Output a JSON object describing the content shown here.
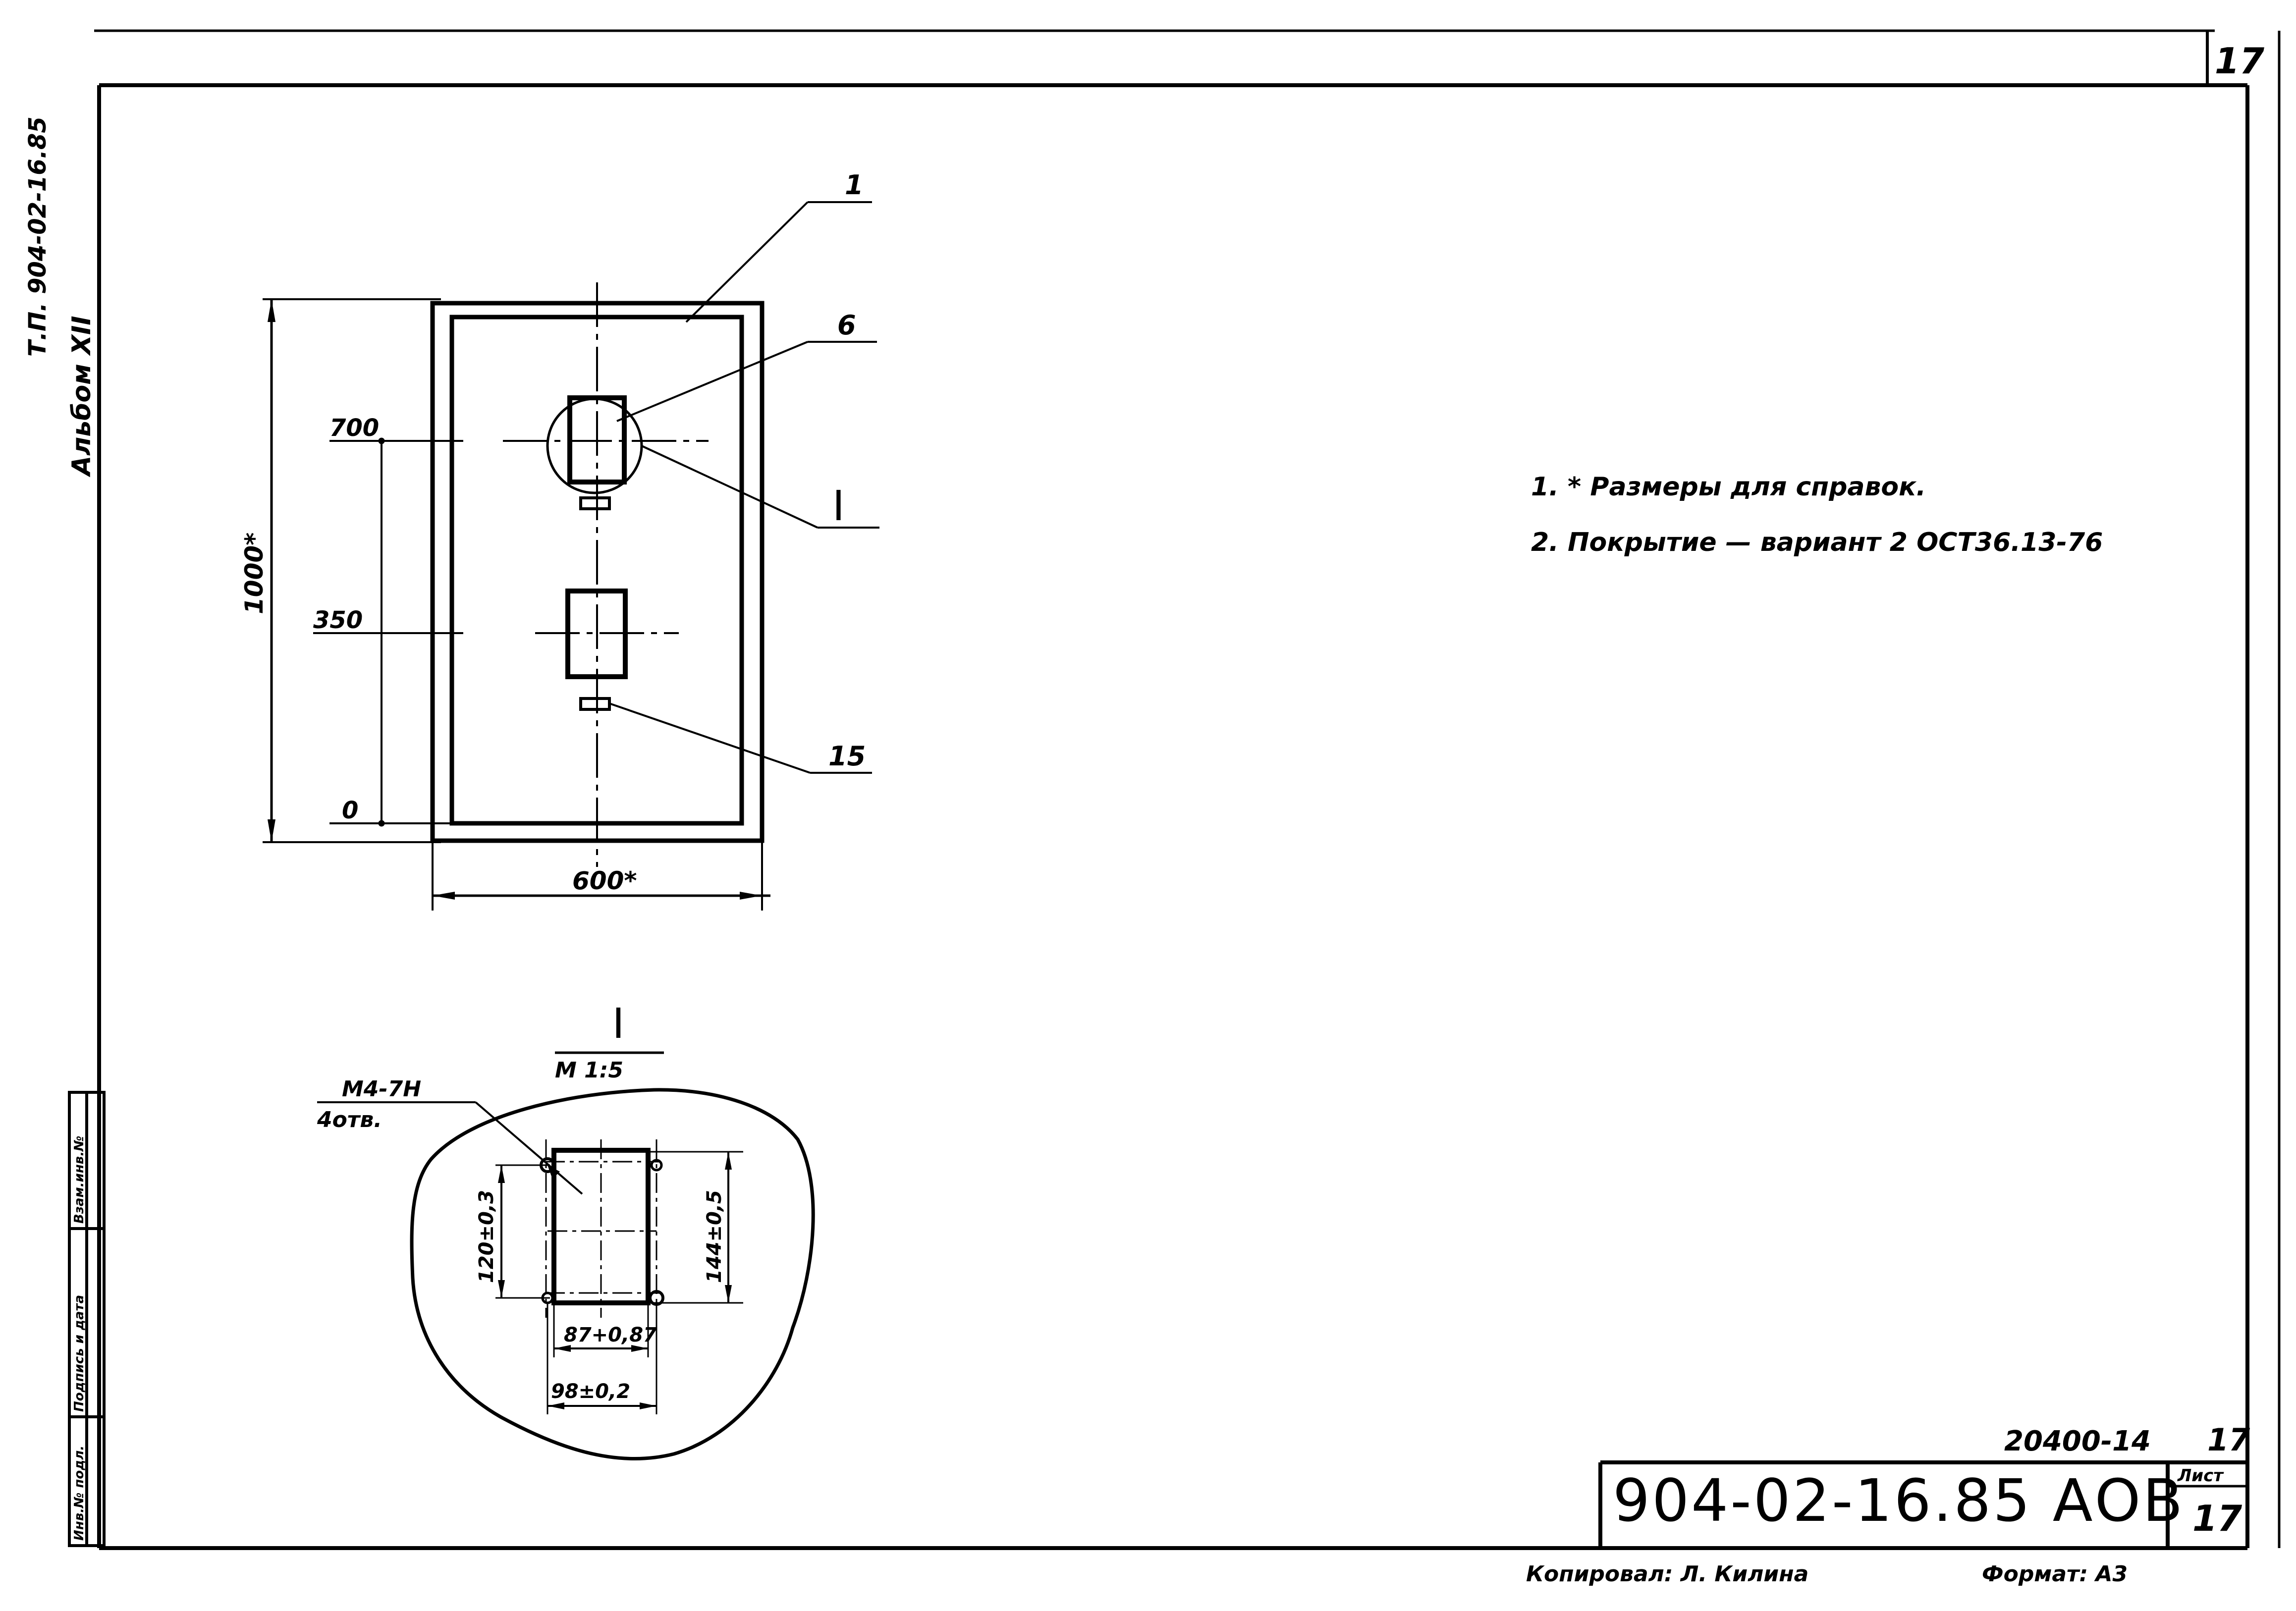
{
  "sheet": {
    "page_corner": "17",
    "side_code": "Т.П. 904-02-16.85",
    "side_album": "Альбом XII"
  },
  "stamps_left": {
    "inv_podl": "Инв.№ подл.",
    "podpis_data": "Подпись и дата",
    "vzam_inv": "Взам.инв.№"
  },
  "main_view": {
    "dim_700": "700",
    "dim_350": "350",
    "dim_0": "0",
    "dim_height": "1000*",
    "dim_width": "600*",
    "callout_1": "1",
    "callout_6": "6",
    "callout_15": "15",
    "callout_I": "I"
  },
  "detail_view": {
    "title": "I",
    "scale": "М 1:5",
    "thread": "М4-7Н",
    "holes": "4отв.",
    "dim_120": "120±0,3",
    "dim_144": "144±0,5",
    "dim_87": "87+0,87",
    "dim_98": "98±0,2"
  },
  "notes": [
    "1. * Размеры для справок.",
    "2. Покрытие — вариант 2  ОСТ36.13-76"
  ],
  "title_block": {
    "ref_number": "20400-14",
    "ref_sheet": "17",
    "designation": "904-02-16.85 АОВ",
    "sheet_label": "Лист",
    "sheet_number": "17"
  },
  "footer": {
    "copied_by": "Копировал: Л. Килина",
    "format": "Формат: А3"
  }
}
